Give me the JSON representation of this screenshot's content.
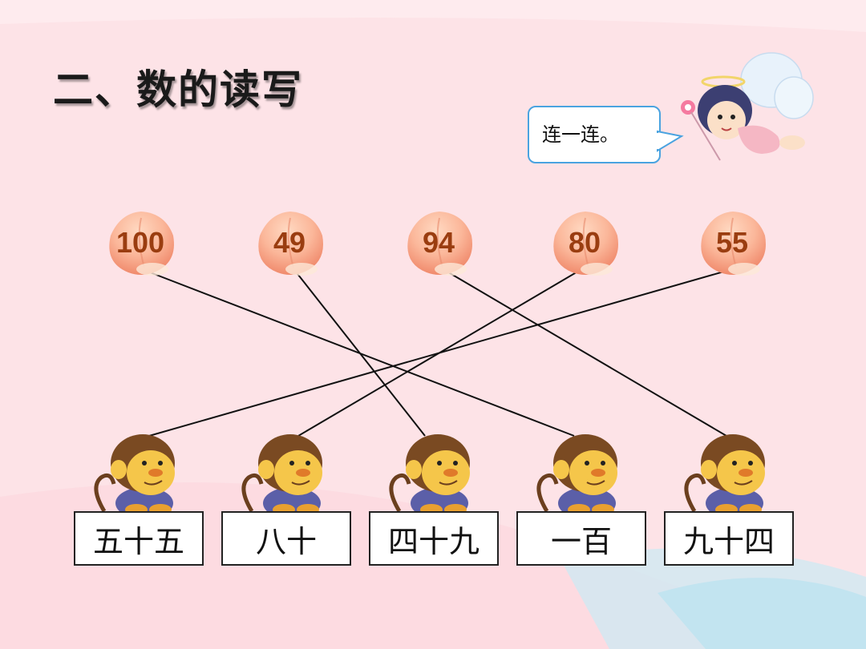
{
  "title": "二、数的读写",
  "bubble": {
    "text": "连一连。"
  },
  "numbers": [
    "100",
    "49",
    "94",
    "80",
    "55"
  ],
  "words": [
    "五十五",
    "八十",
    "四十九",
    "一百",
    "九十四"
  ],
  "colors": {
    "background": "#fde3e7",
    "bubble_border": "#4aa3e0",
    "number_text": "#9a3d10",
    "line": "#111111"
  },
  "connections": [
    {
      "number": "100",
      "word": "一百"
    },
    {
      "number": "49",
      "word": "四十九"
    },
    {
      "number": "94",
      "word": "九十四"
    },
    {
      "number": "80",
      "word": "八十"
    },
    {
      "number": "55",
      "word": "五十五"
    }
  ]
}
